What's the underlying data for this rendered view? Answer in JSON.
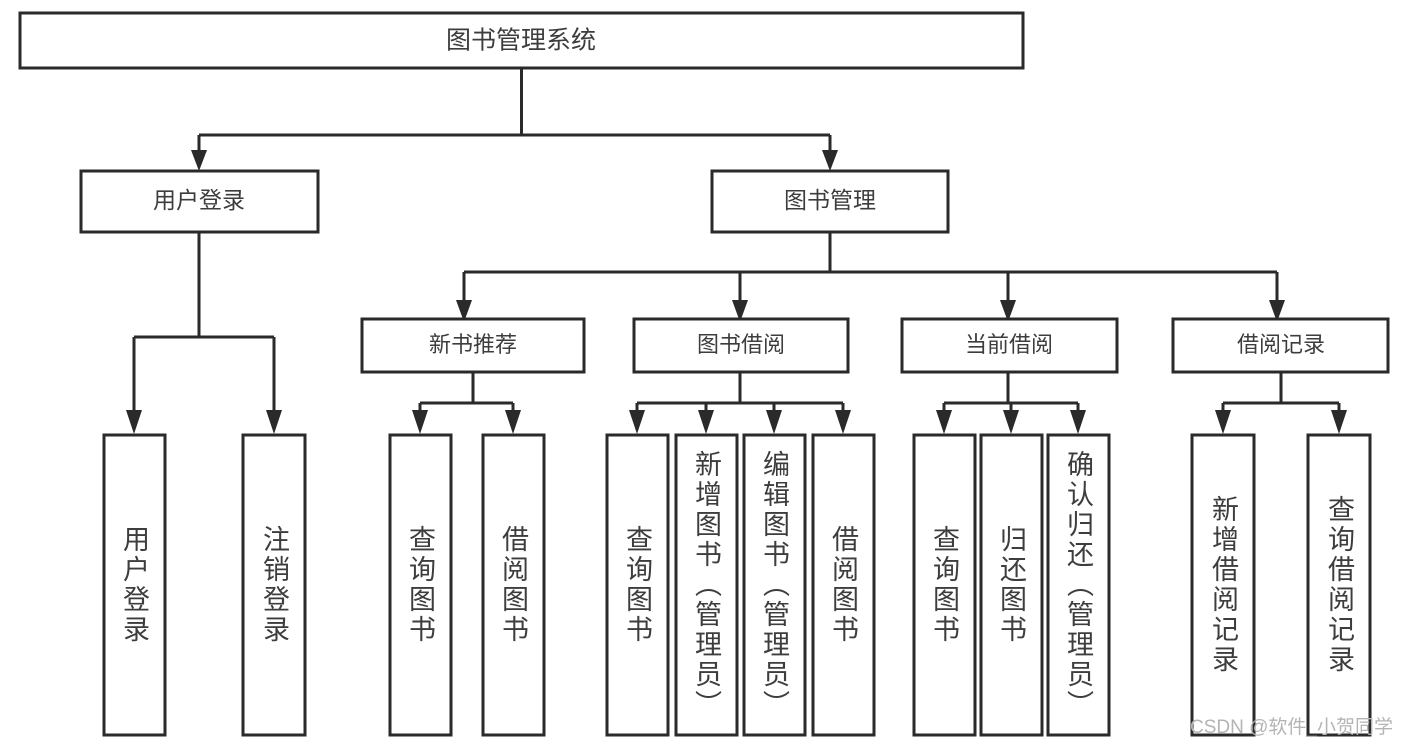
{
  "diagram": {
    "type": "tree-hierarchy",
    "title": "图书管理系统",
    "watermark": "CSDN @软件_小贺同学",
    "colors": {
      "box_stroke": "#2a2a2a",
      "box_fill": "#ffffff",
      "text": "#3d3d3d",
      "connector": "#2a2a2a",
      "watermark": "#b4b4b4",
      "background": "#ffffff"
    },
    "root": {
      "label": "图书管理系统"
    },
    "level1": [
      {
        "label": "用户登录"
      },
      {
        "label": "图书管理"
      }
    ],
    "level2": [
      {
        "label": "新书推荐"
      },
      {
        "label": "图书借阅"
      },
      {
        "label": "当前借阅"
      },
      {
        "label": "借阅记录"
      }
    ],
    "leaves": {
      "user_login": [
        {
          "label": "用户登录"
        },
        {
          "label": "注销登录"
        }
      ],
      "new_book_recommend": [
        {
          "label": "查询图书"
        },
        {
          "label": "借阅图书"
        }
      ],
      "book_borrow": [
        {
          "label": "查询图书"
        },
        {
          "label": "新增图书（管理员）"
        },
        {
          "label": "编辑图书（管理员）"
        },
        {
          "label": "借阅图书"
        }
      ],
      "current_borrow": [
        {
          "label": "查询图书"
        },
        {
          "label": "归还图书"
        },
        {
          "label": "确认归还（管理员）"
        }
      ],
      "borrow_record": [
        {
          "label": "新增借阅记录"
        },
        {
          "label": "查询借阅记录"
        }
      ]
    }
  }
}
